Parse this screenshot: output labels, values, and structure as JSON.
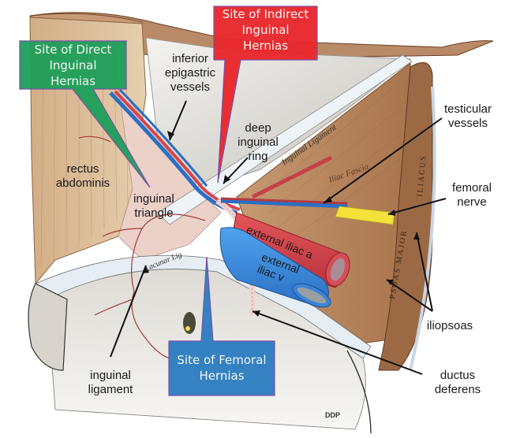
{
  "figure": {
    "title": "Inguinal region anatomy - hernia sites",
    "signature": "DDP",
    "colors": {
      "direct_callout": "#1e9e5a",
      "indirect_callout": "#e8262c",
      "femoral_callout": "#2a7bc0",
      "callout_border": "#7b4fa8",
      "artery": "#d9434b",
      "vein": "#3b8de0",
      "nerve": "#f2e23a",
      "muscle": "#b07a55",
      "fascia": "#e9e4dc"
    }
  },
  "callouts": {
    "direct": {
      "text": "Site of Direct\nInguinal\nHernias"
    },
    "indirect": {
      "text": "Site of Indirect\nInguinal\nHernias"
    },
    "femoral": {
      "text": "Site of Femoral\nHernias"
    }
  },
  "labels": {
    "inferior_epigastric": "inferior\nepigastric\nvessels",
    "deep_ring": "deep\ninguinal\nring",
    "testicular": "testicular\nvessels",
    "femoral_nerve": "femoral\nnerve",
    "rectus": "rectus\nabdominis",
    "inguinal_triangle": "inguinal\ntriangle",
    "iliopsoas": "iliopsoas",
    "inguinal_ligament": "inguinal\nligament",
    "ductus": "ductus\ndeferens"
  },
  "structure_text": {
    "ext_iliac_a": "external iliac a",
    "ext_iliac_v": "external\niliac v",
    "inguinal_ligament_engraved": "Inguinal Ligament",
    "iliac_fascia": "Iliac Fascia",
    "lacunar": "Lacunar Lig",
    "psoas": "PSOAS MAJOR",
    "iliacus": "ILIACUS"
  }
}
